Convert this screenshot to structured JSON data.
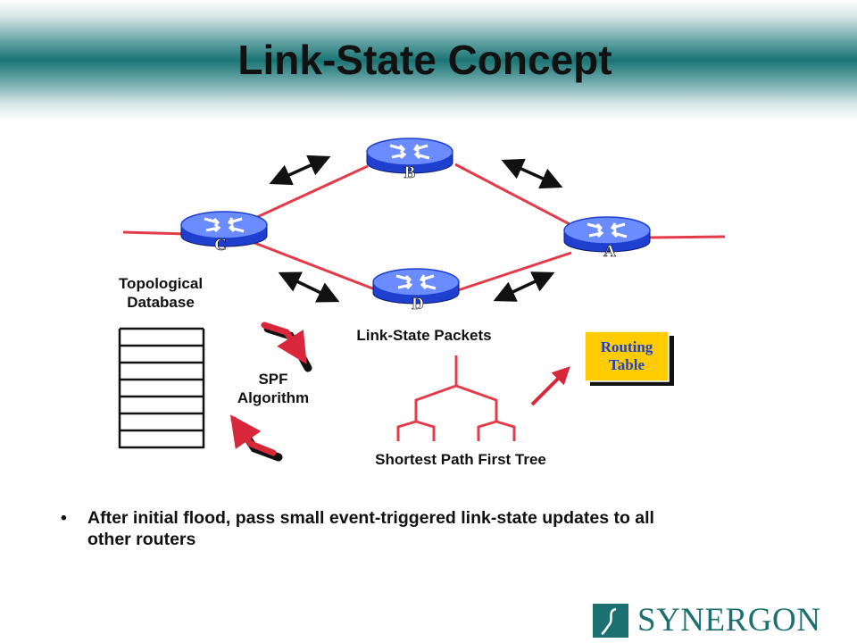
{
  "title": "Link-State Concept",
  "routers": {
    "a": "A",
    "b": "B",
    "c": "C",
    "d": "D"
  },
  "labels": {
    "topological_database": "Topological Database",
    "spf_algorithm": "SPF Algorithm",
    "link_state_packets": "Link-State Packets",
    "routing_table": "Routing Table",
    "shortest_path_tree": "Shortest Path First Tree"
  },
  "bullet": "After initial flood, pass small event-triggered link-state updates to all other routers",
  "logo": {
    "text": "SYNERGON"
  },
  "colors": {
    "link": "#e23b49",
    "router_top": "#6a8cff",
    "router_side": "#1f3fcf",
    "routing_table_bg": "#ffcc00",
    "routing_table_text": "#1f3fcf",
    "brand": "#1d7070"
  }
}
